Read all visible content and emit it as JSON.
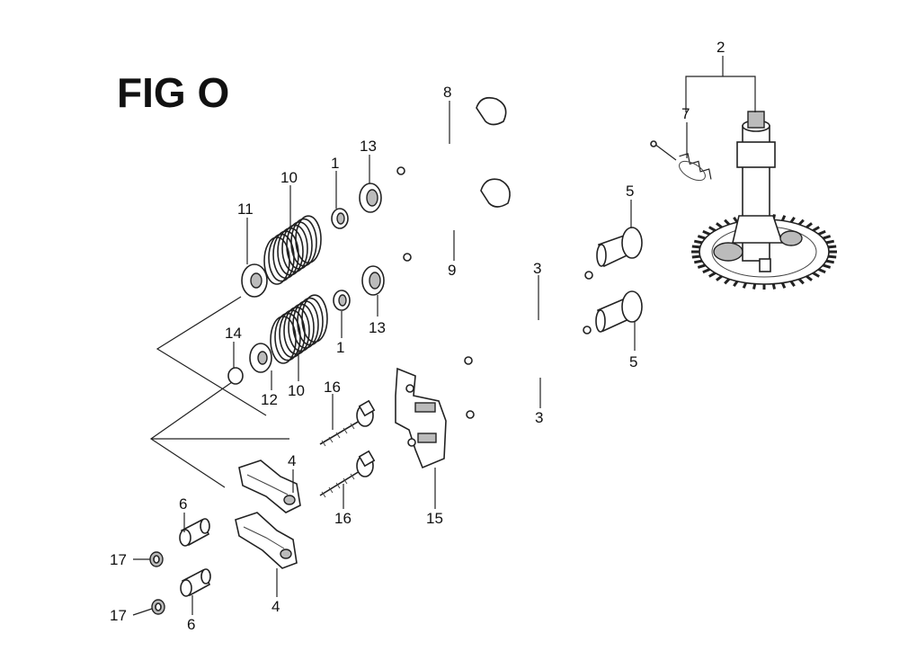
{
  "figure": {
    "title": "FIG O"
  },
  "callouts": [
    {
      "id": "c2",
      "label": "2"
    },
    {
      "id": "c7",
      "label": "7"
    },
    {
      "id": "c8",
      "label": "8"
    },
    {
      "id": "c13a",
      "label": "13"
    },
    {
      "id": "c1a",
      "label": "1"
    },
    {
      "id": "c10a",
      "label": "10"
    },
    {
      "id": "c11",
      "label": "11"
    },
    {
      "id": "c9",
      "label": "9"
    },
    {
      "id": "c5a",
      "label": "5"
    },
    {
      "id": "c3a",
      "label": "3"
    },
    {
      "id": "c14",
      "label": "14"
    },
    {
      "id": "c1b",
      "label": "1"
    },
    {
      "id": "c13b",
      "label": "13"
    },
    {
      "id": "c12",
      "label": "12"
    },
    {
      "id": "c10b",
      "label": "10"
    },
    {
      "id": "c16a",
      "label": "16"
    },
    {
      "id": "c5b",
      "label": "5"
    },
    {
      "id": "c3b",
      "label": "3"
    },
    {
      "id": "c4a",
      "label": "4"
    },
    {
      "id": "c16b",
      "label": "16"
    },
    {
      "id": "c15",
      "label": "15"
    },
    {
      "id": "c6a",
      "label": "6"
    },
    {
      "id": "c17a",
      "label": "17"
    },
    {
      "id": "c4b",
      "label": "4"
    },
    {
      "id": "c17b",
      "label": "17"
    },
    {
      "id": "c6b",
      "label": "6"
    }
  ]
}
